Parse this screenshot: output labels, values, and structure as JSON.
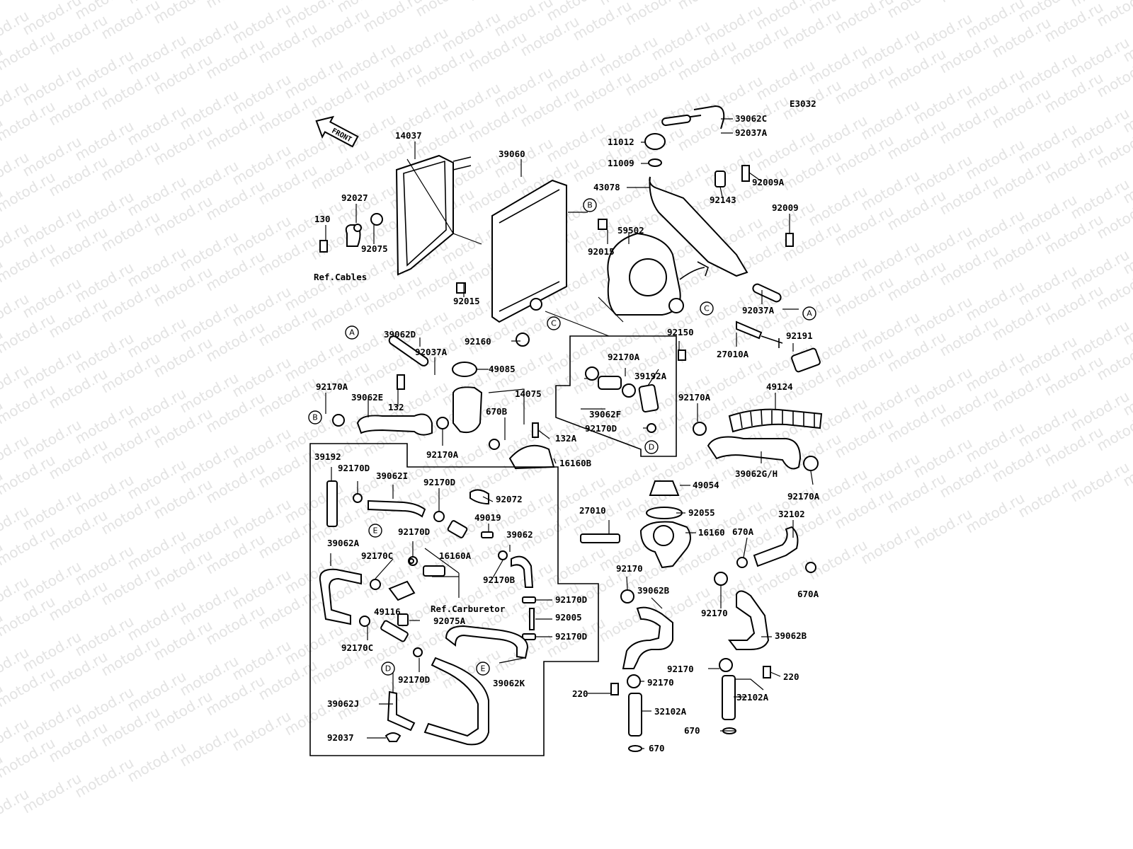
{
  "watermark_text": "motod.ru",
  "diagram_code": "E3032",
  "front_arrow_label": "FRONT",
  "refs": {
    "cables": "Ref.Cables",
    "carburetor": "Ref.Carburetor"
  },
  "callouts": [
    "A",
    "B",
    "C",
    "D",
    "E"
  ],
  "part_labels": [
    "39062C",
    "92037A",
    "11012",
    "11009",
    "92009A",
    "43078",
    "92143",
    "92009",
    "14037",
    "39060",
    "92027",
    "130",
    "92075",
    "B",
    "59502",
    "92015",
    "92015",
    "92037A",
    "92160",
    "92150",
    "92191",
    "27010A",
    "39062D",
    "92037A",
    "49085",
    "92170A",
    "39062E",
    "132",
    "14075",
    "670B",
    "92170A",
    "92170A",
    "39192A",
    "39062F",
    "92170D",
    "92170A",
    "49124",
    "132A",
    "16160B",
    "39062G/H",
    "92170A",
    "39192",
    "92170D",
    "39062I",
    "92170D",
    "92072",
    "49054",
    "49019",
    "27010",
    "92055",
    "16160",
    "670A",
    "32102",
    "92170D",
    "39062",
    "39062A",
    "92170C",
    "16160A",
    "92170B",
    "92170",
    "39062B",
    "Ref.Carburetor",
    "92170D",
    "49116",
    "92075A",
    "92005",
    "92170C",
    "92170D",
    "39062K",
    "39062J",
    "92170D",
    "92037",
    "670A",
    "92170",
    "39062B",
    "92170",
    "220",
    "92170",
    "220",
    "32102A",
    "32102A",
    "670",
    "670"
  ]
}
